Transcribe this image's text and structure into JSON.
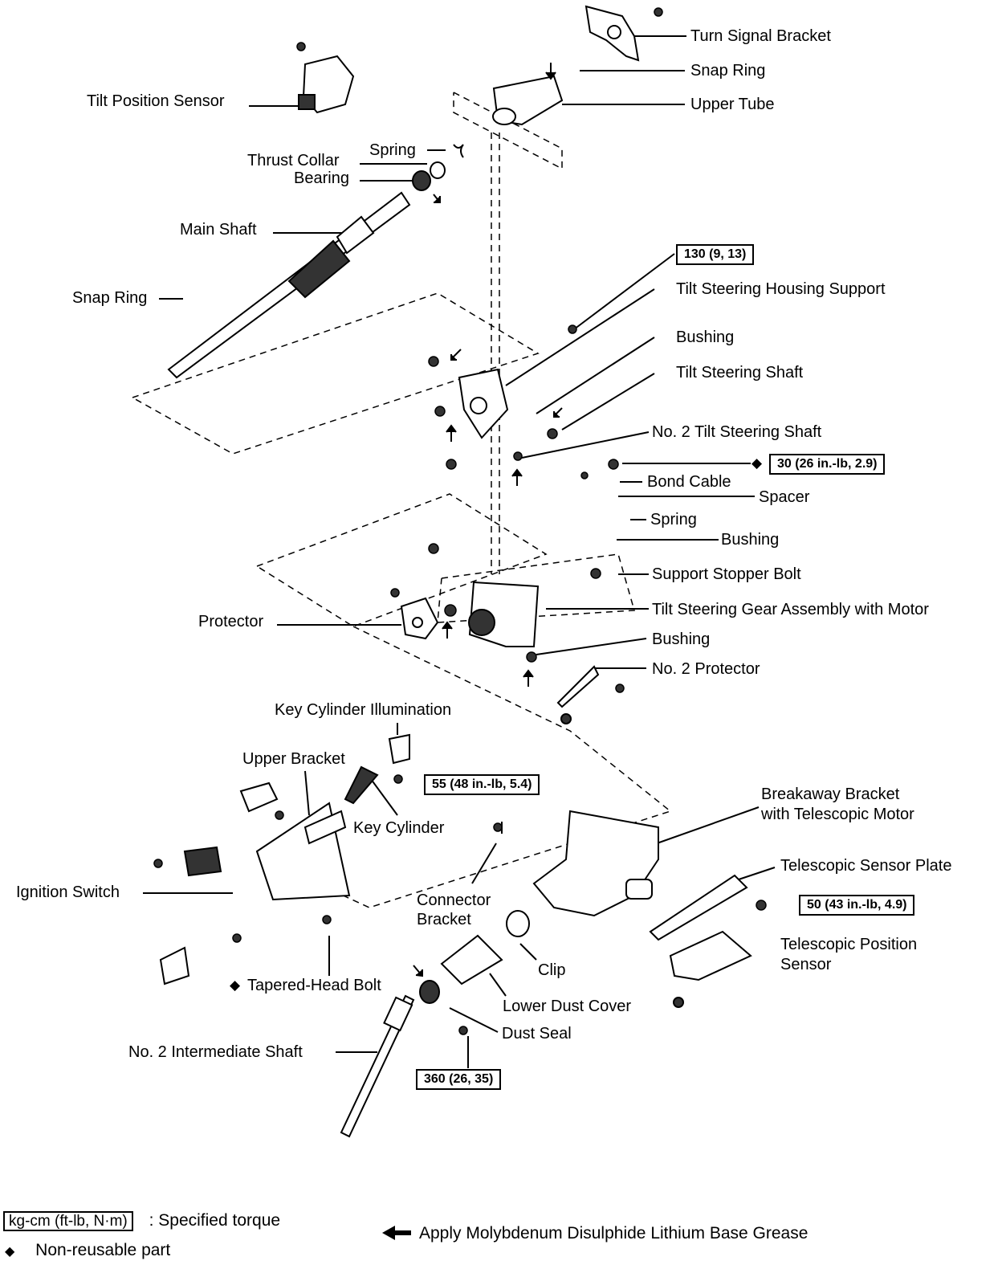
{
  "labels": {
    "turn_signal_bracket": "Turn Signal Bracket",
    "snap_ring_top": "Snap Ring",
    "upper_tube": "Upper Tube",
    "tilt_position_sensor": "Tilt Position Sensor",
    "spring_top": "Spring",
    "thrust_collar": "Thrust Collar",
    "bearing": "Bearing",
    "main_shaft": "Main Shaft",
    "snap_ring_left": "Snap Ring",
    "tilt_steering_housing_support": "Tilt Steering Housing Support",
    "bushing_1": "Bushing",
    "tilt_steering_shaft": "Tilt Steering Shaft",
    "no2_tilt_steering_shaft": "No. 2 Tilt Steering Shaft",
    "bond_cable": "Bond Cable",
    "spacer": "Spacer",
    "spring_mid": "Spring",
    "bushing_2": "Bushing",
    "support_stopper_bolt": "Support Stopper Bolt",
    "tilt_steering_gear_assembly": "Tilt Steering Gear Assembly with Motor",
    "protector": "Protector",
    "bushing_3": "Bushing",
    "no2_protector": "No. 2 Protector",
    "key_cylinder_illumination": "Key Cylinder Illumination",
    "upper_bracket": "Upper Bracket",
    "key_cylinder": "Key Cylinder",
    "breakaway_bracket_line1": "Breakaway Bracket",
    "breakaway_bracket_line2": "with Telescopic Motor",
    "telescopic_sensor_plate": "Telescopic Sensor Plate",
    "ignition_switch": "Ignition Switch",
    "connector_bracket_line1": "Connector",
    "connector_bracket_line2": "Bracket",
    "telescopic_position_sensor_line1": "Telescopic Position",
    "telescopic_position_sensor_line2": "Sensor",
    "clip": "Clip",
    "tapered_head_bolt": "Tapered-Head Bolt",
    "lower_dust_cover": "Lower Dust Cover",
    "dust_seal": "Dust Seal",
    "no2_intermediate_shaft": "No. 2 Intermediate Shaft"
  },
  "torque_specs": {
    "t130": "130 (9, 13)",
    "t30": "30 (26 in.-lb, 2.9)",
    "t55": "55 (48 in.-lb, 5.4)",
    "t50": "50 (43 in.-lb, 4.9)",
    "t360": "360 (26, 35)"
  },
  "legend": {
    "torque_unit": "kg-cm (ft-lb, N·m)",
    "torque_desc": ": Specified torque",
    "non_reusable": "Non-reusable part",
    "grease": "Apply Molybdenum Disulphide Lithium Base Grease"
  },
  "symbols": {
    "diamond": "◆",
    "grease_arrow": "grease-arrow-icon"
  }
}
